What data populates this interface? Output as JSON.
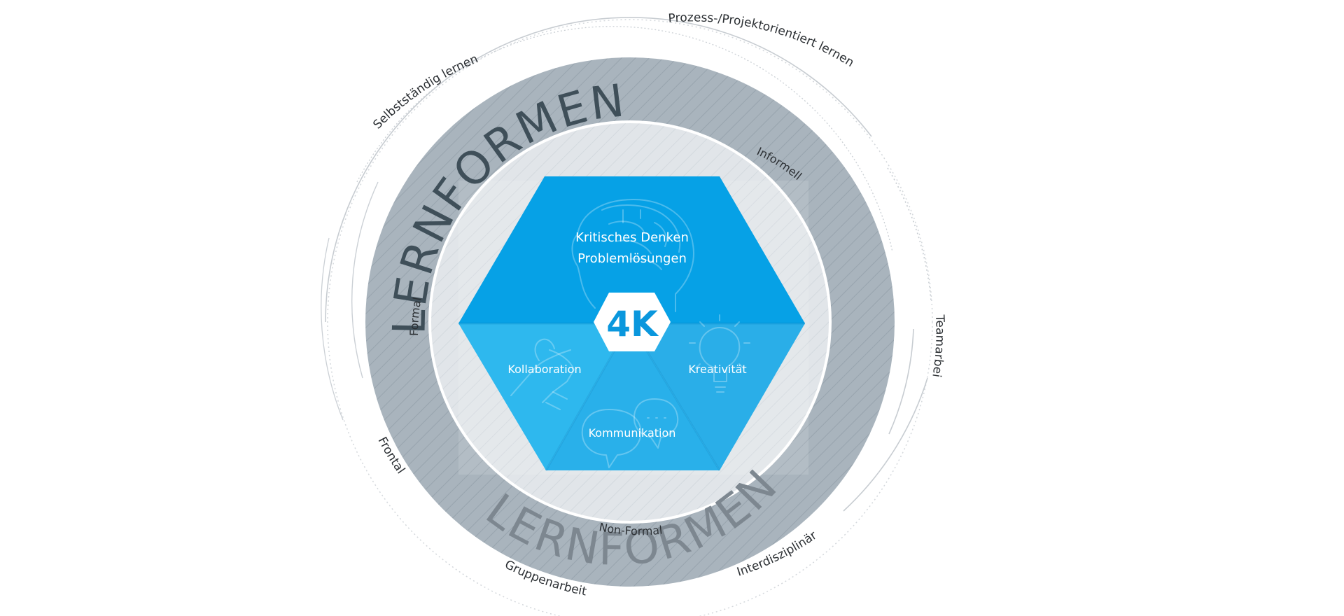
{
  "outer_labels": {
    "top_right": "Prozess-/Projektorientiert lernen",
    "top_left": "Selbstständig lernen",
    "right": "Teamarbeit",
    "left_bottom": "Frontal",
    "bottom_left": "Gruppenarbeit",
    "bottom_right": "Interdisziplinär"
  },
  "inner_labels": {
    "informell": "Informell",
    "formal": "Formal",
    "non_formal": "Non-Formal"
  },
  "ring_titles": {
    "top": "LERNFORMEN",
    "bottom": "LERNFORMEN"
  },
  "segments": {
    "top_line1": "Kritisches Denken",
    "top_line2": "Problemlösungen",
    "left": "Kollaboration",
    "right": "Kreativität",
    "bottom": "Kommunikation"
  },
  "center": "4K",
  "colors": {
    "blue_top": "#06a1e6",
    "blue_mid": "#2eb8ee",
    "blue_dark": "#0a97dd",
    "ring_gray": "#a9b4bd",
    "inner_gray": "#e0e4e8",
    "title_dark": "#3f4f59",
    "title_light": "#7d8790"
  },
  "icons": [
    "brain-head-icon",
    "handshake-icon",
    "lightbulb-icon",
    "speech-bubbles-icon"
  ]
}
